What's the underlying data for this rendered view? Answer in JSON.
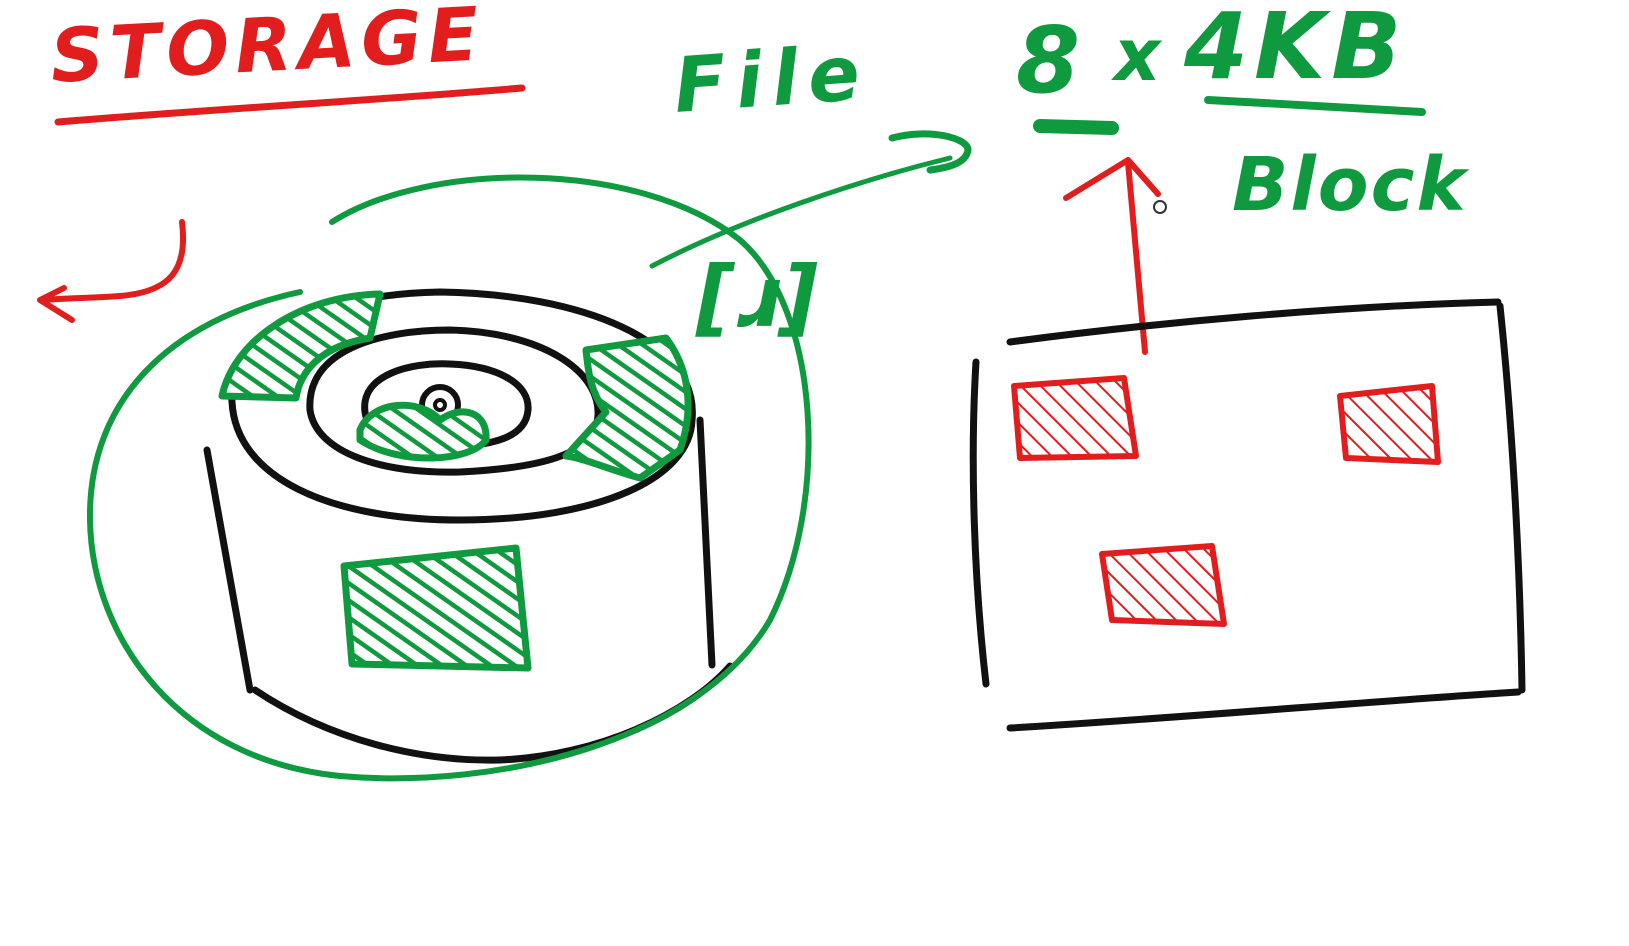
{
  "title": "STORAGE",
  "labels": {
    "file": "File",
    "size_count": "8",
    "size_times": "x",
    "size_unit": "4KB",
    "block": "Block",
    "bracket_text": "[ɹ]"
  },
  "colors": {
    "red": "#e11d1d",
    "green": "#0f9a3f",
    "black": "#111111",
    "background": "#ffffff"
  },
  "icons": {
    "disk": "hard-disk-platter-icon",
    "left_arrow": "curved-left-arrow-icon",
    "up_arrow": "up-arrow-icon"
  }
}
